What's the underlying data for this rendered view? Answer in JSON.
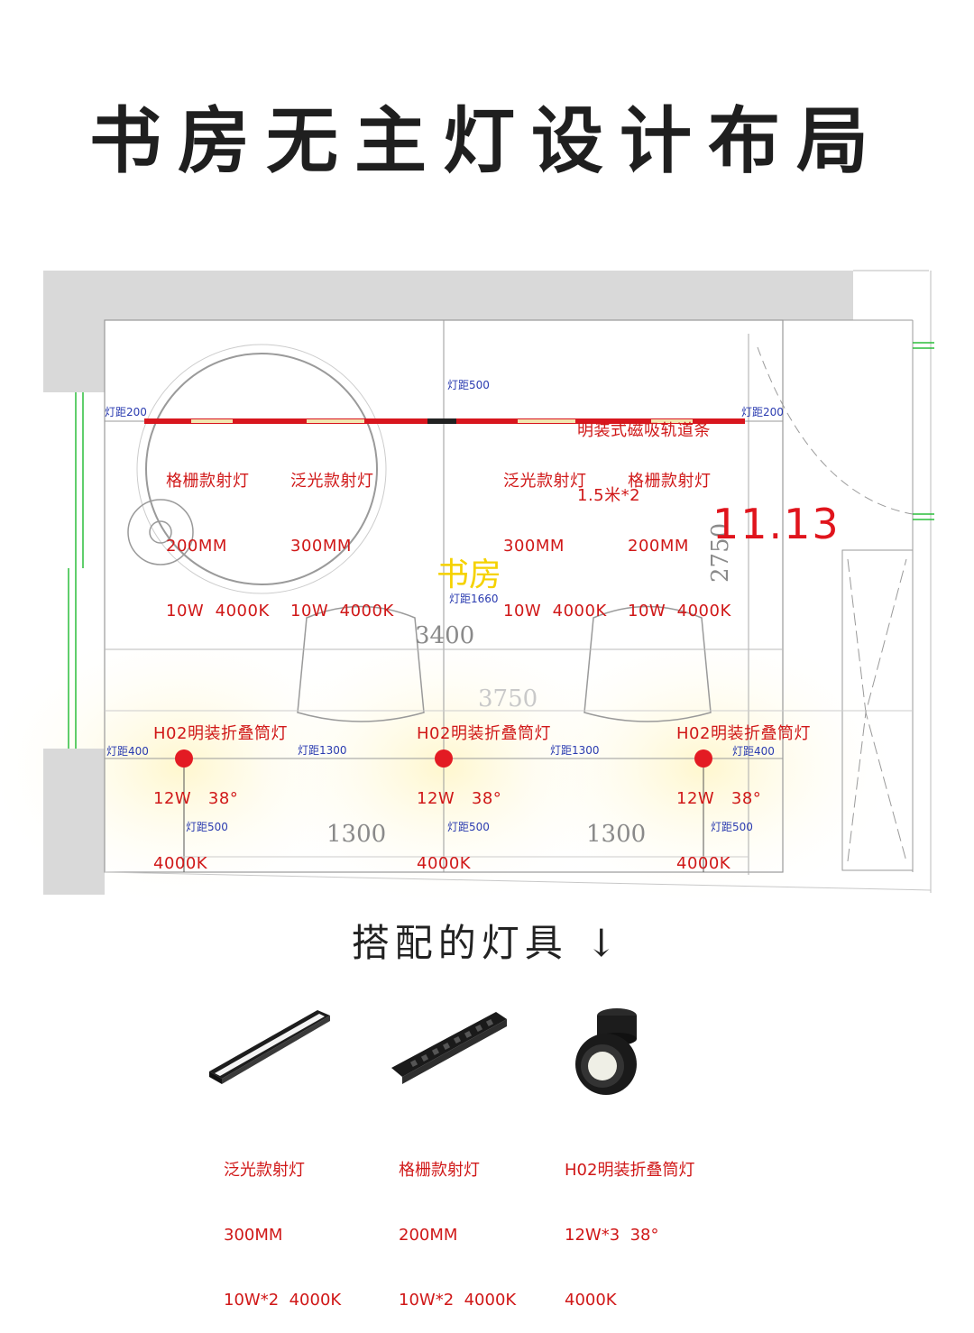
{
  "title": "书房无主灯设计布局",
  "plan": {
    "room_name": "书房",
    "date": "11.13",
    "track": {
      "label_line1": "明装式磁吸轨道条",
      "label_line2": "1.5米*2"
    },
    "spots": [
      {
        "line1": "格栅款射灯",
        "line2": "200MM",
        "line3": "10W  4000K"
      },
      {
        "line1": "泛光款射灯",
        "line2": "300MM",
        "line3": "10W  4000K"
      },
      {
        "line1": "泛光款射灯",
        "line2": "300MM",
        "line3": "10W  4000K"
      },
      {
        "line1": "格栅款射灯",
        "line2": "200MM",
        "line3": "10W  4000K"
      }
    ],
    "downlights": [
      {
        "line1": "H02明装折叠筒灯",
        "line2": "12W   38°",
        "line3": "4000K"
      },
      {
        "line1": "H02明装折叠筒灯",
        "line2": "12W   38°",
        "line3": "4000K"
      },
      {
        "line1": "H02明装折叠筒灯",
        "line2": "12W   38°",
        "line3": "4000K"
      }
    ],
    "dims": {
      "left200": "灯距200",
      "right200": "灯距200",
      "top500": "灯距500",
      "mid1660": "灯距1660",
      "left400": "灯距400",
      "right400": "灯距400",
      "gap1300a": "灯距1300",
      "gap1300b": "灯距1300",
      "bot500a": "灯距500",
      "bot500b": "灯距500",
      "bot500c": "灯距500"
    },
    "big_dims": {
      "width": "3400",
      "height": "2750",
      "seg_a": "1300",
      "seg_b": "1300",
      "partial": "3750"
    }
  },
  "products_heading": "搭配的灯具 ↓",
  "products": [
    {
      "icon": "flood-spotlight-icon",
      "line1": "泛光款射灯",
      "line2": "300MM",
      "line3": "10W*2  4000K"
    },
    {
      "icon": "grille-spotlight-icon",
      "line1": "格栅款射灯",
      "line2": "200MM",
      "line3": "10W*2  4000K"
    },
    {
      "icon": "folding-downlight-icon",
      "line1": "H02明装折叠筒灯",
      "line2": "12W*3  38°",
      "line3": "4000K"
    }
  ],
  "colors": {
    "track": "#d8161e",
    "label": "#d01818",
    "dim": "#2a3bb0",
    "room": "#f5d200",
    "wall": "#d9d9d9"
  }
}
